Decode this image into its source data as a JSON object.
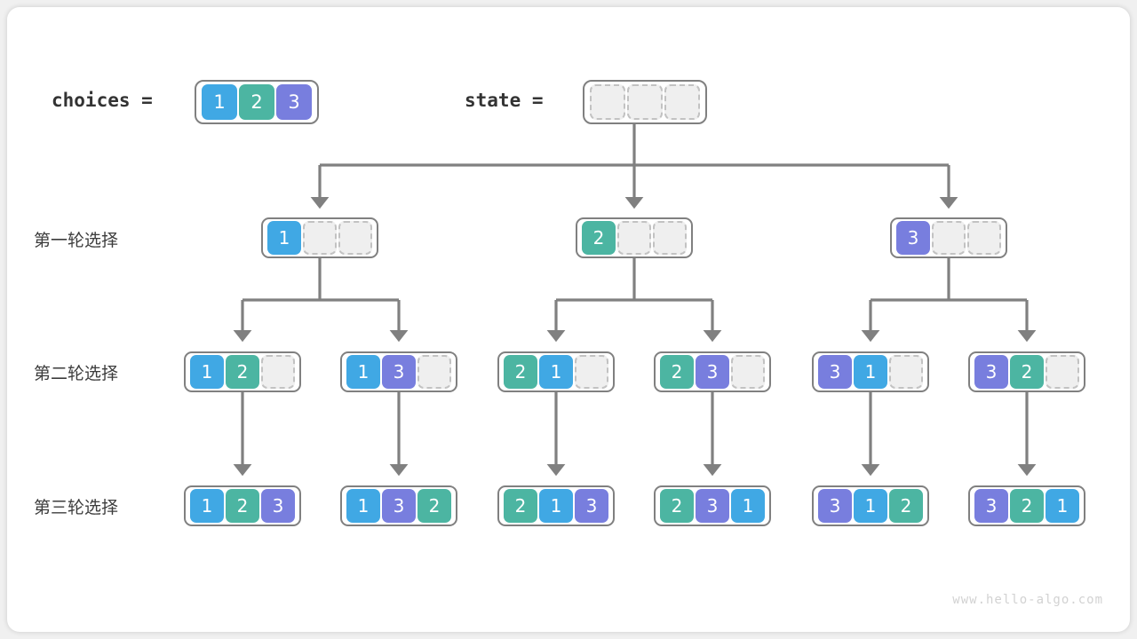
{
  "header": {
    "choices_label": "choices =",
    "state_label": "state =",
    "choices_values": [
      "1",
      "2",
      "3"
    ],
    "state_values": [
      "",
      "",
      ""
    ]
  },
  "colors": {
    "value_1": "#40a8e4",
    "value_2": "#4cb5a2",
    "value_3": "#787ede",
    "empty_cell": "#efefef",
    "empty_border": "#c2c2c2",
    "connector": "#808080",
    "array_border": "#808080",
    "card_background": "#ffffff",
    "page_background": "#f0f0f0",
    "watermark": "#d2d2d2"
  },
  "rows": [
    {
      "label": "第一轮选择",
      "nodes": [
        {
          "values": [
            "1",
            "",
            ""
          ]
        },
        {
          "values": [
            "2",
            "",
            ""
          ]
        },
        {
          "values": [
            "3",
            "",
            ""
          ]
        }
      ]
    },
    {
      "label": "第二轮选择",
      "nodes": [
        {
          "values": [
            "1",
            "2",
            ""
          ]
        },
        {
          "values": [
            "1",
            "3",
            ""
          ]
        },
        {
          "values": [
            "2",
            "1",
            ""
          ]
        },
        {
          "values": [
            "2",
            "3",
            ""
          ]
        },
        {
          "values": [
            "3",
            "1",
            ""
          ]
        },
        {
          "values": [
            "3",
            "2",
            ""
          ]
        }
      ]
    },
    {
      "label": "第三轮选择",
      "nodes": [
        {
          "values": [
            "1",
            "2",
            "3"
          ]
        },
        {
          "values": [
            "1",
            "3",
            "2"
          ]
        },
        {
          "values": [
            "2",
            "1",
            "3"
          ]
        },
        {
          "values": [
            "2",
            "3",
            "1"
          ]
        },
        {
          "values": [
            "3",
            "1",
            "2"
          ]
        },
        {
          "values": [
            "3",
            "2",
            "1"
          ]
        }
      ]
    }
  ],
  "watermark": "www.hello-algo.com"
}
